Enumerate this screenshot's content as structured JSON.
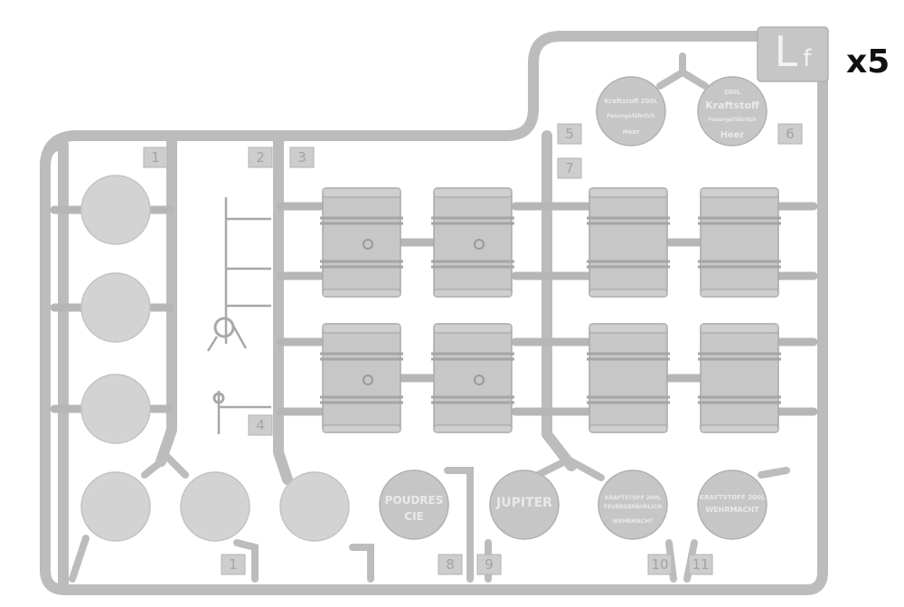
{
  "sprue": {
    "letter": "L",
    "sub_letter": "f",
    "quantity": "x5",
    "part_numbers": [
      "1",
      "2",
      "3",
      "4",
      "5",
      "6",
      "7",
      "8",
      "9",
      "10",
      "11",
      "1"
    ]
  },
  "embossed": {
    "disc5": [
      "Kraftstoff 200L",
      "Feuergefährlich",
      "Heer"
    ],
    "disc6": [
      "200L",
      "Kraftstoff",
      "Feuergefährlich",
      "Heer"
    ],
    "disc8": [
      "POUDRES",
      "CIE"
    ],
    "disc9": [
      "JUPITER"
    ],
    "disc10": [
      "KRAFTSTOFF 200L",
      "FEUERGEFÄHRLICH",
      "WEHRMACHT"
    ],
    "disc11": [
      "KRAFTSTOFF 200L",
      "WEHRMACHT"
    ]
  },
  "colors": {
    "plastic": "#c7c7c7",
    "runner": "#bcbcbc",
    "label": "#111111"
  }
}
